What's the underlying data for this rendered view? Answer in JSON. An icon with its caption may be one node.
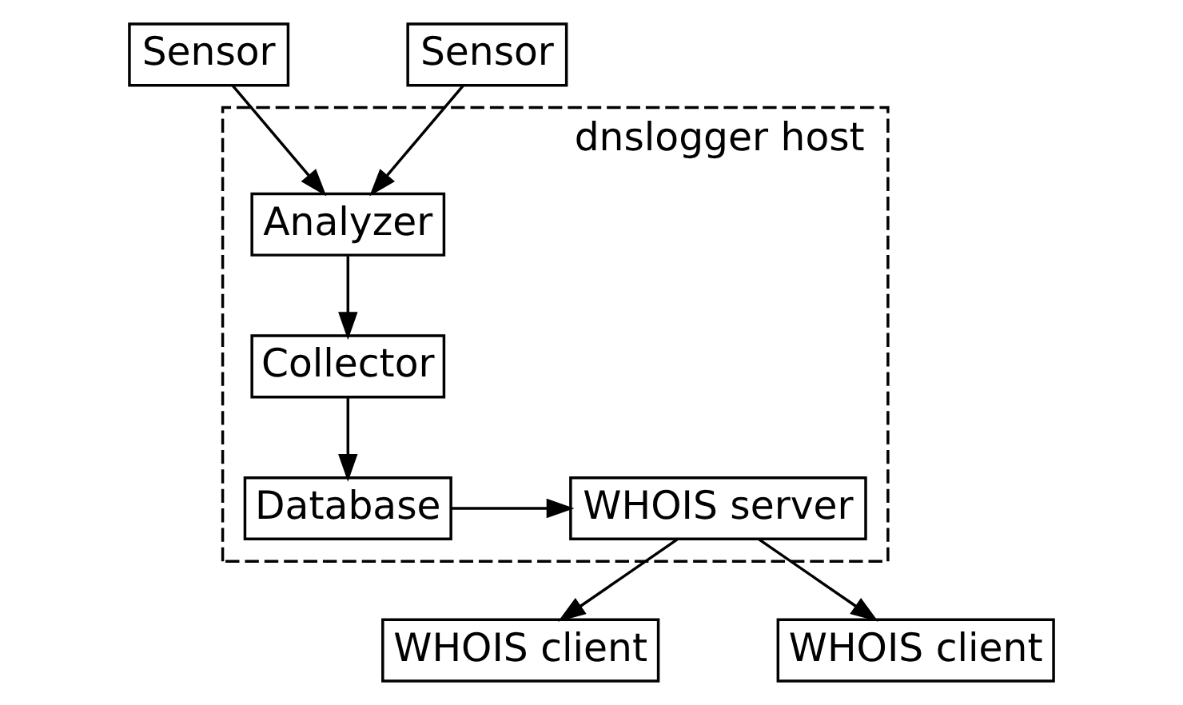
{
  "diagram": {
    "nodes": [
      {
        "text": [
          "Sensor"
        ]
      },
      {
        "text": [
          "Sensor"
        ]
      },
      {
        "text": [
          "dnslogger host"
        ]
      },
      {
        "text": [
          "Analyzer"
        ],
        "in": 2
      },
      {
        "text": [
          "Collector"
        ],
        "in": 2
      },
      {
        "text": [
          "Database"
        ],
        "in": 2
      },
      {
        "text": [
          "WHOIS server"
        ],
        "in": 2
      },
      {
        "text": [
          "WHOIS client"
        ]
      },
      {
        "text": [
          "WHOIS client"
        ]
      }
    ],
    "edges": [
      {
        "from": 0,
        "to": 3,
        "arrow": "to"
      },
      {
        "from": 1,
        "to": 3,
        "arrow": "to"
      },
      {
        "from": 3,
        "to": 4,
        "arrow": "to"
      },
      {
        "from": 4,
        "to": 5,
        "arrow": "to"
      },
      {
        "from": 5,
        "to": 6,
        "arrow": "to"
      },
      {
        "from": 6,
        "to": 7,
        "arrow": "to"
      },
      {
        "from": 6,
        "to": 8,
        "arrow": "to"
      }
    ]
  }
}
